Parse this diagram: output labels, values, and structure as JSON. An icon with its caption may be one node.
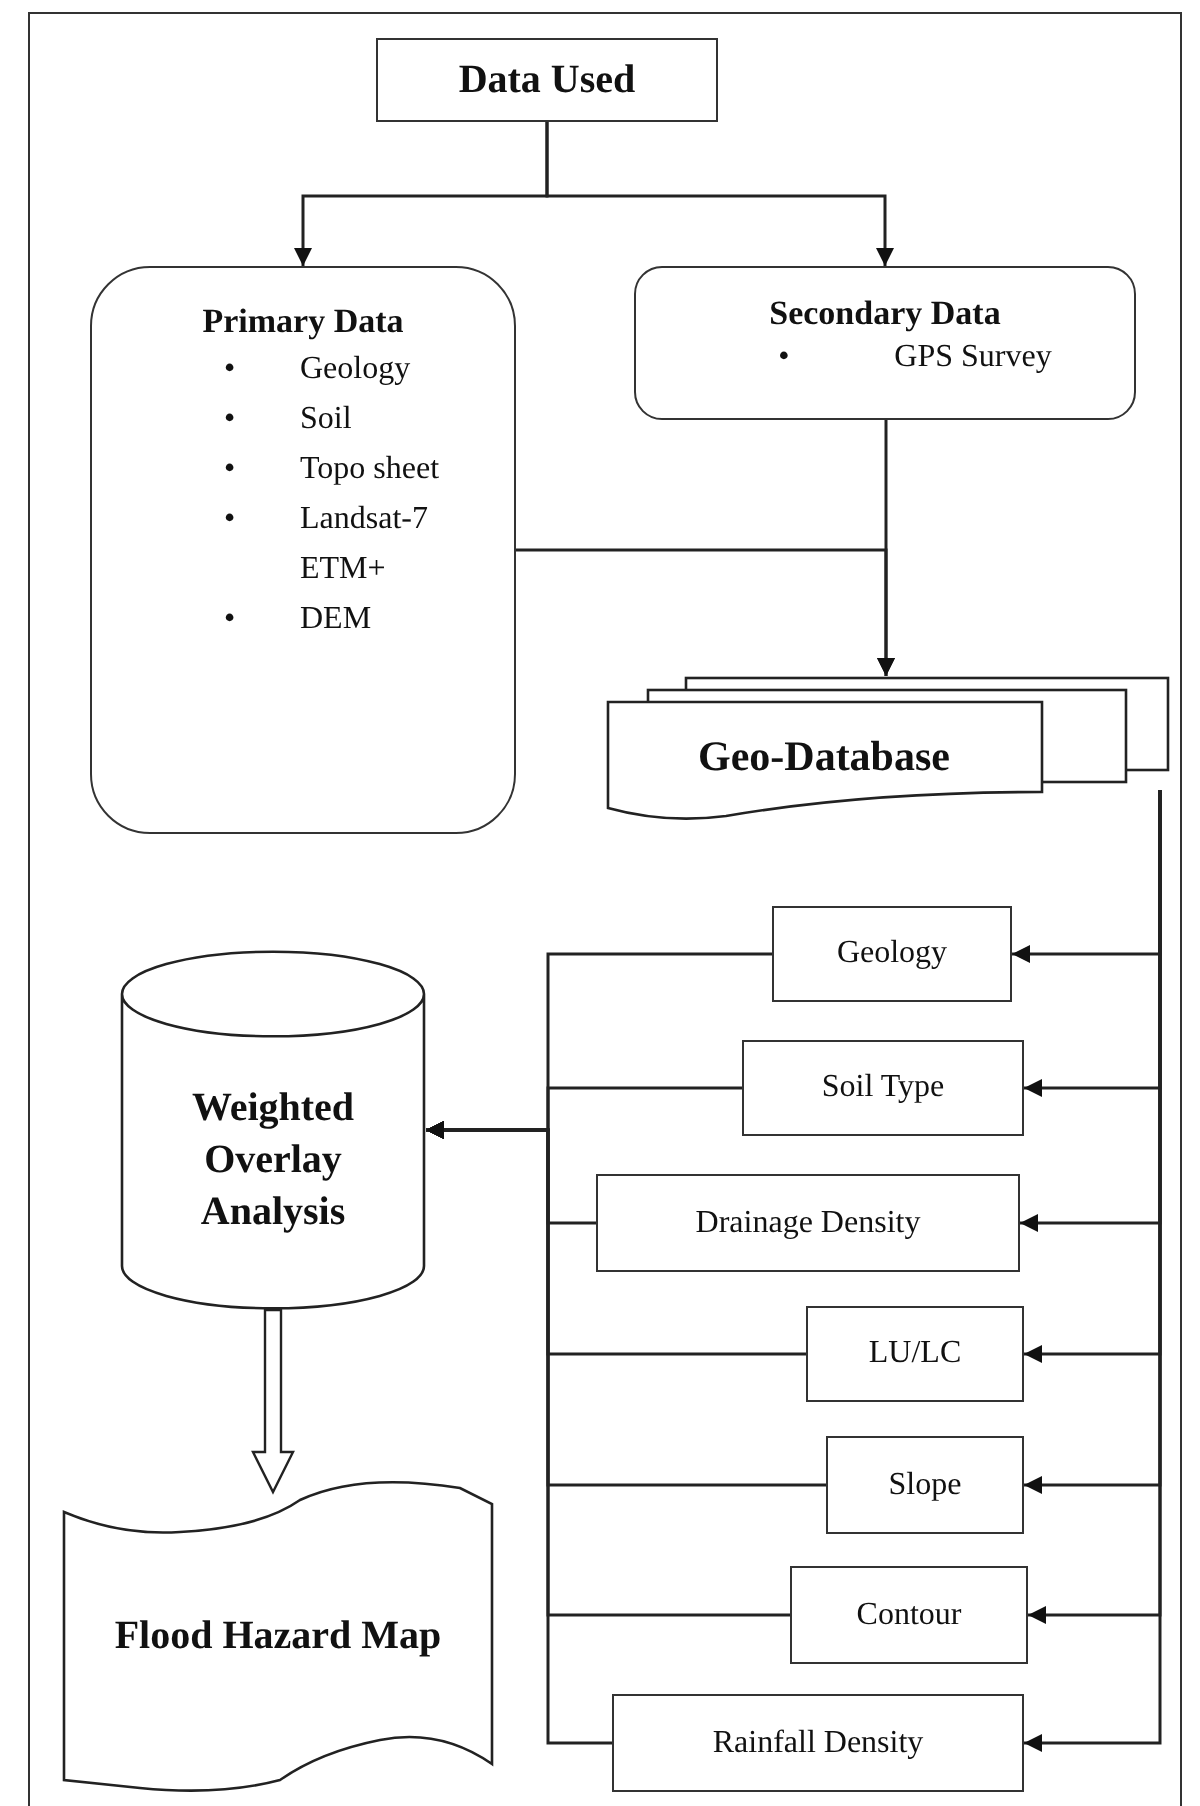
{
  "diagram": {
    "nodes": [
      {
        "text": [
          "Data Used"
        ]
      },
      {
        "text": [
          "Primary Data",
          "•",
          "Geology",
          "•",
          "Soil",
          "•",
          "Topo sheet",
          "•",
          "Landsat-7 ETM+",
          "•",
          "DEM"
        ]
      },
      {
        "text": [
          "Secondary Data",
          "•",
          "GPS Survey"
        ]
      },
      {
        "text": [
          "Geo-Database"
        ]
      },
      {
        "text": [
          "Geology"
        ]
      },
      {
        "text": [
          "Soil Type"
        ]
      },
      {
        "text": [
          "Drainage Density"
        ]
      },
      {
        "text": [
          "LU/LC"
        ]
      },
      {
        "text": [
          "Slope"
        ]
      },
      {
        "text": [
          "Contour"
        ]
      },
      {
        "text": [
          "Rainfall Density"
        ]
      },
      {
        "text": [
          "Weighted Overlay Analysis"
        ]
      },
      {
        "text": [
          "Flood Hazard Map"
        ]
      }
    ],
    "edges": [
      {
        "from": 0,
        "to": 1,
        "arrow": "to"
      },
      {
        "from": 0,
        "to": 2,
        "arrow": "to"
      },
      {
        "from": 1,
        "to": 3,
        "arrow": "to"
      },
      {
        "from": 2,
        "to": 3,
        "arrow": "to"
      },
      {
        "from": 3,
        "to": 4,
        "arrow": "to"
      },
      {
        "from": 3,
        "to": 5,
        "arrow": "to"
      },
      {
        "from": 3,
        "to": 6,
        "arrow": "to"
      },
      {
        "from": 3,
        "to": 7,
        "arrow": "to"
      },
      {
        "from": 3,
        "to": 8,
        "arrow": "to"
      },
      {
        "from": 3,
        "to": 9,
        "arrow": "to"
      },
      {
        "from": 3,
        "to": 10,
        "arrow": "to"
      },
      {
        "from": 4,
        "to": 11,
        "arrow": "to"
      },
      {
        "from": 5,
        "to": 11,
        "arrow": "to"
      },
      {
        "from": 6,
        "to": 11,
        "arrow": "to"
      },
      {
        "from": 7,
        "to": 11,
        "arrow": "to"
      },
      {
        "from": 8,
        "to": 11,
        "arrow": "to"
      },
      {
        "from": 9,
        "to": 11,
        "arrow": "to"
      },
      {
        "from": 10,
        "to": 11,
        "arrow": "to"
      },
      {
        "from": 11,
        "to": 12,
        "arrow": "to",
        "style": "thick"
      }
    ]
  }
}
